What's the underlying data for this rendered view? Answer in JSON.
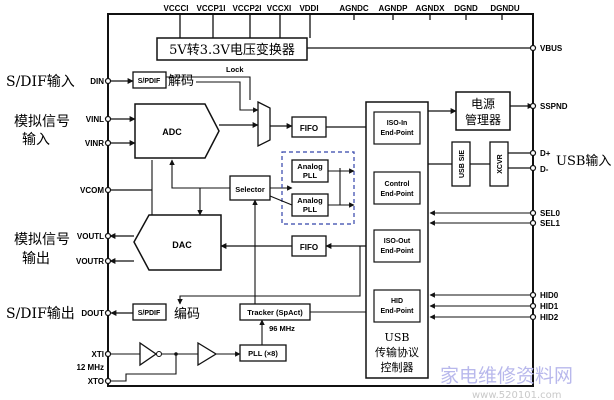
{
  "supply_pins": [
    "VCCCI",
    "VCCP1I",
    "VCCP2I",
    "VCCXI",
    "VDDI"
  ],
  "ground_pins": [
    "AGNDC",
    "AGNDP",
    "AGNDX",
    "DGND",
    "DGNDU"
  ],
  "left_labels": {
    "spdif_in": "S/DIF输入",
    "analog_in_line1": "模拟信号",
    "analog_in_line2": "输入",
    "analog_out_line1": "模拟信号",
    "analog_out_line2": "输出",
    "spdif_out": "S/DIF输出"
  },
  "left_pins": {
    "din": "DIN",
    "vinl": "VINL",
    "vinr": "VINR",
    "vcom": "VCOM",
    "voutl": "VOUTL",
    "voutr": "VOUTR",
    "dout": "DOUT",
    "xti": "XTI",
    "xto": "XTO",
    "crystal_freq": "12 MHz"
  },
  "right_pins": {
    "vbus": "VBUS",
    "sspnd": "SSPND",
    "dplus": "D+",
    "dminus": "D-",
    "sel0": "SEL0",
    "sel1": "SEL1",
    "hid0": "HID0",
    "hid1": "HID1",
    "hid2": "HID2"
  },
  "usb_input_label": "USB输入",
  "blocks": {
    "regulator": "5V转3.3V电压变换器",
    "spdif_decoder_tag": "S/PDIF",
    "spdif_decoder_cn": "解码",
    "lock": "Lock",
    "adc": "ADC",
    "dac": "DAC",
    "fifo_top": "FIFO",
    "fifo_bottom": "FIFO",
    "selector": "Selector",
    "pll1_line1": "Analog",
    "pll1_line2": "PLL",
    "pll2_line1": "Analog",
    "pll2_line2": "PLL",
    "iso_in_line1": "ISO-In",
    "iso_in_line2": "End-Point",
    "control_line1": "Control",
    "control_line2": "End-Point",
    "iso_out_line1": "ISO-Out",
    "iso_out_line2": "End-Point",
    "hid_line1": "HID",
    "hid_line2": "End-Point",
    "usb_protocol_line1": "USB",
    "usb_protocol_line2": "传输协议",
    "usb_protocol_line3": "控制器",
    "power_mgr_line1": "电源",
    "power_mgr_line2": "管理器",
    "usb_sie": "USB SIE",
    "xcvr": "XCVR",
    "spdif_encoder_tag": "S/PDIF",
    "spdif_encoder_cn": "编码",
    "tracker": "Tracker (SpAct)",
    "freq_96": "96 MHz",
    "pll_x8": "PLL (×8)"
  },
  "watermark_cn": "家电维修资料网",
  "watermark_url": "www.520101.com",
  "colors": {
    "line": "#111111",
    "watermark_cn": "#b8b8ec",
    "watermark_url": "#c9c9c9",
    "dashed_box": "#3344aa"
  }
}
